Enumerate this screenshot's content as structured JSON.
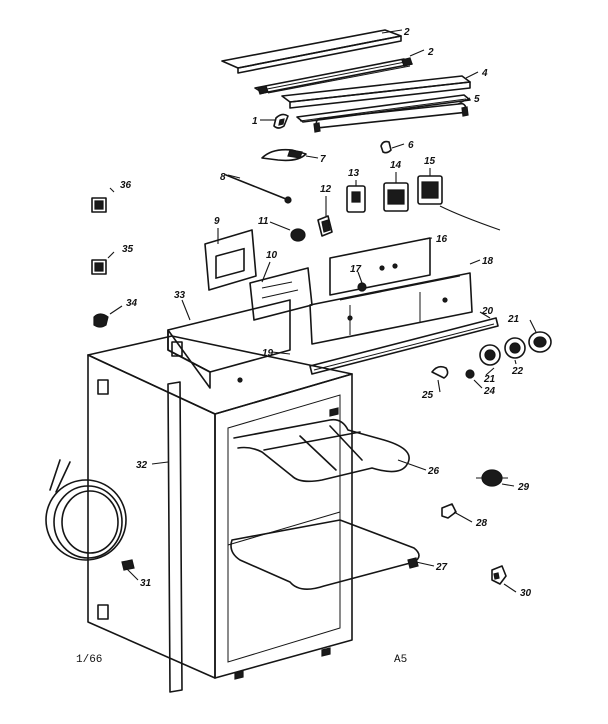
{
  "callouts": [
    {
      "id": "c2a",
      "label": "2"
    },
    {
      "id": "c2b",
      "label": "2"
    },
    {
      "id": "c4",
      "label": "4"
    },
    {
      "id": "c5",
      "label": "5"
    },
    {
      "id": "c1",
      "label": "1"
    },
    {
      "id": "c6",
      "label": "6"
    },
    {
      "id": "c7",
      "label": "7"
    },
    {
      "id": "c13",
      "label": "13"
    },
    {
      "id": "c14",
      "label": "14"
    },
    {
      "id": "c15",
      "label": "15"
    },
    {
      "id": "c8",
      "label": "8"
    },
    {
      "id": "c12",
      "label": "12"
    },
    {
      "id": "c9",
      "label": "9"
    },
    {
      "id": "c11",
      "label": "11"
    },
    {
      "id": "c16",
      "label": "16"
    },
    {
      "id": "c17",
      "label": "17"
    },
    {
      "id": "c18",
      "label": "18"
    },
    {
      "id": "c10a",
      "label": "10"
    },
    {
      "id": "c33",
      "label": "33"
    },
    {
      "id": "c36",
      "label": "36"
    },
    {
      "id": "c35",
      "label": "35"
    },
    {
      "id": "c34",
      "label": "34"
    },
    {
      "id": "c19",
      "label": "19"
    },
    {
      "id": "c20a",
      "label": "20"
    },
    {
      "id": "c21a",
      "label": "21"
    },
    {
      "id": "c21b",
      "label": "21"
    },
    {
      "id": "c22",
      "label": "22"
    },
    {
      "id": "c25",
      "label": "25"
    },
    {
      "id": "c24",
      "label": "24"
    },
    {
      "id": "c32",
      "label": "32"
    },
    {
      "id": "c26",
      "label": "26"
    },
    {
      "id": "c29",
      "label": "29"
    },
    {
      "id": "c28",
      "label": "28"
    },
    {
      "id": "c27",
      "label": "27"
    },
    {
      "id": "c31",
      "label": "31"
    },
    {
      "id": "c30",
      "label": "30"
    }
  ],
  "footer": {
    "left": "1/66",
    "right": "A5"
  }
}
